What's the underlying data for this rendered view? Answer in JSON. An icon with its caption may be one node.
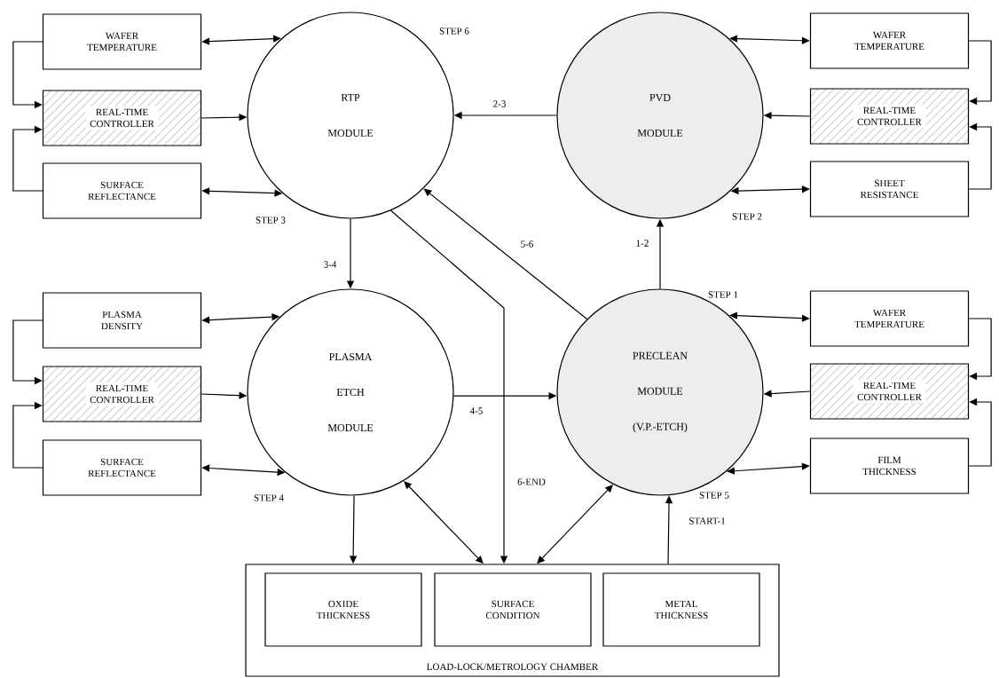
{
  "diagram": {
    "nodes": [
      {
        "text": [
          "WAFER TEMPERATURE"
        ]
      },
      {
        "text": [
          "RTP MODULE"
        ],
        "beside": [
          "STEP 6",
          "STEP 3"
        ]
      },
      {
        "text": [
          "PVD MODULE"
        ],
        "beside": [
          "STEP 2"
        ]
      },
      {
        "text": [
          "WAFER TEMPERATURE"
        ]
      },
      {
        "text": [
          "REAL-TIME CONTROLLER"
        ]
      },
      {
        "text": [
          "REAL-TIME CONTROLLER"
        ]
      },
      {
        "text": [
          "SURFACE REFLECTANCE"
        ]
      },
      {
        "text": [
          "SHEET RESISTANCE"
        ]
      },
      {
        "text": [
          "PLASMA DENSITY"
        ]
      },
      {
        "text": [
          "WAFER TEMPERATURE"
        ]
      },
      {
        "text": [
          "PLASMA ETCH MODULE"
        ],
        "beside": [
          "STEP 4"
        ]
      },
      {
        "text": [
          "PRECLEAN MODULE (V.P.-ETCH)"
        ],
        "beside": [
          "STEP 1",
          "STEP 5"
        ]
      },
      {
        "text": [
          "REAL-TIME CONTROLLER"
        ]
      },
      {
        "text": [
          "REAL-TIME CONTROLLER"
        ]
      },
      {
        "text": [
          "SURFACE REFLECTANCE"
        ]
      },
      {
        "text": [
          "FILM THICKNESS"
        ]
      },
      {
        "text": [
          "LOAD-LOCK/METROLOGY CHAMBER"
        ]
      },
      {
        "text": [
          "OXIDE THICKNESS"
        ],
        "in": 16
      },
      {
        "text": [
          "SURFACE CONDITION"
        ],
        "in": 16
      },
      {
        "text": [
          "METAL THICKNESS"
        ],
        "in": 16
      }
    ],
    "edges": [
      {
        "from": 0,
        "to": 1,
        "arrow": "both"
      },
      {
        "from": 4,
        "to": 1,
        "arrow": "to"
      },
      {
        "from": 6,
        "to": 1,
        "arrow": "both"
      },
      {
        "from": 0,
        "to": 4,
        "arrow": "to"
      },
      {
        "from": 6,
        "to": 4,
        "arrow": "to"
      },
      {
        "from": 2,
        "to": 1,
        "arrow": "to",
        "label": "2-3"
      },
      {
        "from": 3,
        "to": 2,
        "arrow": "both"
      },
      {
        "from": 5,
        "to": 2,
        "arrow": "to"
      },
      {
        "from": 7,
        "to": 2,
        "arrow": "both"
      },
      {
        "from": 3,
        "to": 5,
        "arrow": "to"
      },
      {
        "from": 7,
        "to": 5,
        "arrow": "to"
      },
      {
        "from": 1,
        "to": 10,
        "arrow": "to",
        "label": "3-4"
      },
      {
        "from": 11,
        "to": 2,
        "arrow": "to",
        "label": "1-2"
      },
      {
        "from": 11,
        "to": 1,
        "arrow": "to",
        "label": "5-6"
      },
      {
        "from": 1,
        "to": 16,
        "arrow": "to",
        "label": "6-END"
      },
      {
        "from": 10,
        "to": 11,
        "arrow": "to",
        "label": "4-5"
      },
      {
        "from": 8,
        "to": 10,
        "arrow": "both"
      },
      {
        "from": 12,
        "to": 10,
        "arrow": "to"
      },
      {
        "from": 14,
        "to": 10,
        "arrow": "both"
      },
      {
        "from": 8,
        "to": 12,
        "arrow": "to"
      },
      {
        "from": 14,
        "to": 12,
        "arrow": "to"
      },
      {
        "from": 9,
        "to": 11,
        "arrow": "both"
      },
      {
        "from": 13,
        "to": 11,
        "arrow": "to"
      },
      {
        "from": 15,
        "to": 11,
        "arrow": "both"
      },
      {
        "from": 9,
        "to": 13,
        "arrow": "to"
      },
      {
        "from": 15,
        "to": 13,
        "arrow": "to"
      },
      {
        "from": 10,
        "to": 16,
        "arrow": "to"
      },
      {
        "from": 10,
        "to": 16,
        "arrow": "both"
      },
      {
        "from": 11,
        "to": 16,
        "arrow": "both"
      },
      {
        "from": 16,
        "to": 11,
        "arrow": "to",
        "label": "START-1"
      }
    ]
  }
}
